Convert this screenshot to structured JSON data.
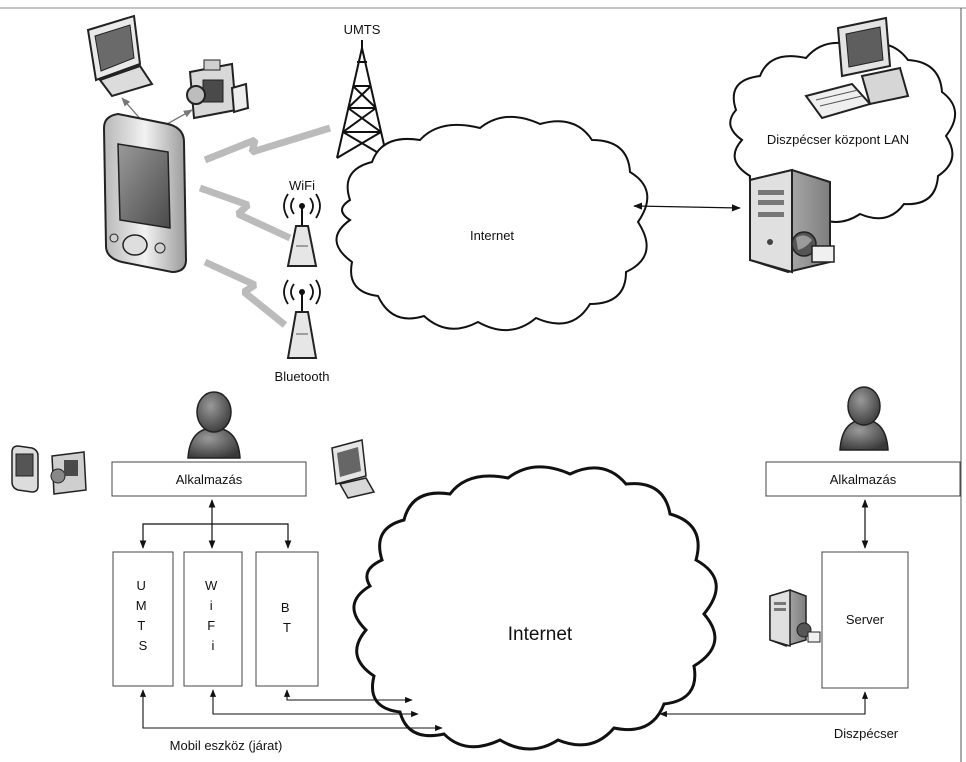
{
  "top": {
    "tower_label": "UMTS",
    "wifi_label": "WiFi",
    "bluetooth_label": "Bluetooth",
    "internet_label": "Internet",
    "lan_label": "Diszpécser központ LAN"
  },
  "bottom": {
    "app_left": "Alkalmazás",
    "app_right": "Alkalmazás",
    "col_umts": [
      "U",
      "M",
      "T",
      "S"
    ],
    "col_wifi": [
      "W",
      "i",
      "F",
      "i"
    ],
    "col_bt": [
      "B",
      "T"
    ],
    "internet_label": "Internet",
    "server_label": "Server",
    "mobile_caption": "Mobil eszköz (járat)",
    "dispatcher_caption": "Diszpécser"
  }
}
